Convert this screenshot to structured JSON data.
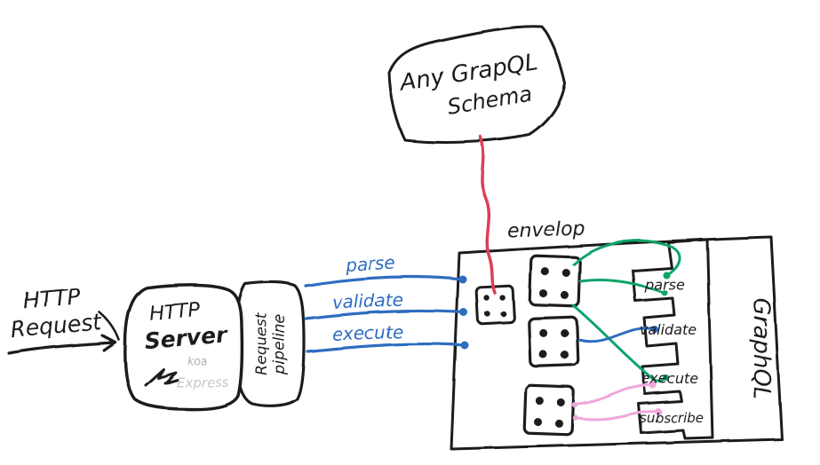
{
  "colors": {
    "ink": "#1d1d1f",
    "blue": "#2e6dc0",
    "red": "#dc4055",
    "green": "#10a469",
    "pink": "#f0a7dc",
    "gray_koa": "#b3b0ad",
    "gray_express": "#c8c6c4"
  },
  "schema_note": {
    "line1": "Any GrapQL",
    "line2": "Schema"
  },
  "request": {
    "line1": "HTTP",
    "line2": "Request"
  },
  "server": {
    "line1": "HTTP",
    "line2": "Server",
    "koa": "koa",
    "express": "Express"
  },
  "pipeline": {
    "line1": "Request",
    "line2": "pipeline"
  },
  "calls": {
    "parse": "parse",
    "validate": "validate",
    "execute": "execute"
  },
  "envelop": {
    "label": "envelop"
  },
  "graphql": {
    "label": "GraphQL",
    "hooks": {
      "parse": "parse",
      "validate": "validate",
      "execute": "execute",
      "subscribe": "subscribe"
    }
  }
}
